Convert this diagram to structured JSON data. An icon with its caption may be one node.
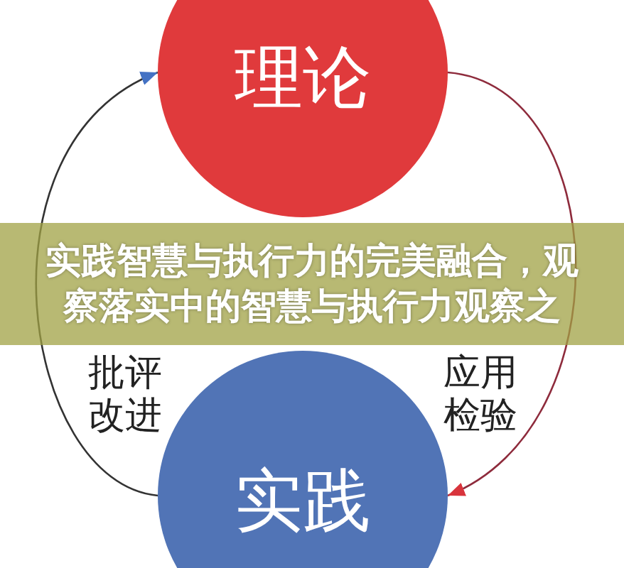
{
  "diagram": {
    "title": "实践智慧与执行力的完美融合，观察落实中的智慧与执行力观察之",
    "nodes": [
      {
        "text": [
          "理论"
        ]
      },
      {
        "text": [
          "实践"
        ]
      }
    ],
    "edges": [
      {
        "from": 0,
        "to": 1,
        "arrow": "to",
        "label": "应用检验",
        "color": "#8e2b3c"
      },
      {
        "from": 1,
        "to": 0,
        "arrow": "to",
        "label": "批评改进",
        "color": "#333333"
      }
    ]
  }
}
